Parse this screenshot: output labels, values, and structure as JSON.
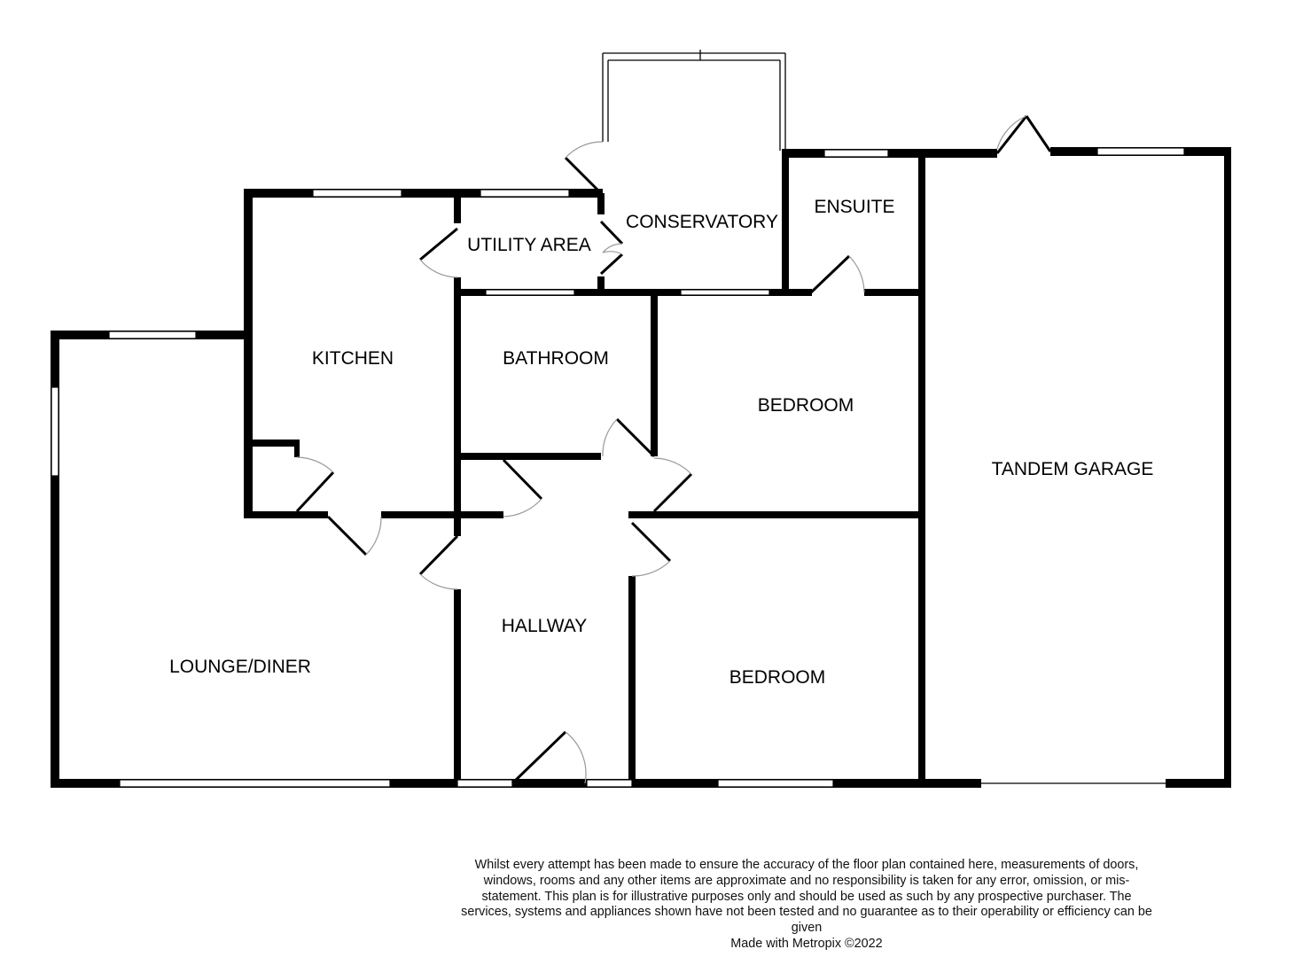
{
  "rooms": {
    "lounge": "LOUNGE/DINER",
    "kitchen": "KITCHEN",
    "utility": "UTILITY AREA",
    "conservatory": "CONSERVATORY",
    "ensuite": "ENSUITE",
    "bathroom": "BATHROOM",
    "bedroom1": "BEDROOM",
    "bedroom2": "BEDROOM",
    "hallway": "HALLWAY",
    "garage": "TANDEM GARAGE"
  },
  "disclaimer": {
    "text": "Whilst every attempt has been made to ensure the accuracy of the floor plan contained here, measurements of doors, windows, rooms and any other items are approximate and no responsibility is taken for any error, omission, or mis-statement. This plan is for illustrative purposes only and should be used as such by any prospective purchaser. The services, systems and appliances shown have not been tested and no guarantee as to their operability or efficiency can be given",
    "credit": "Made with Metropix ©2022"
  },
  "colors": {
    "wall": "#000000",
    "background": "#ffffff"
  }
}
